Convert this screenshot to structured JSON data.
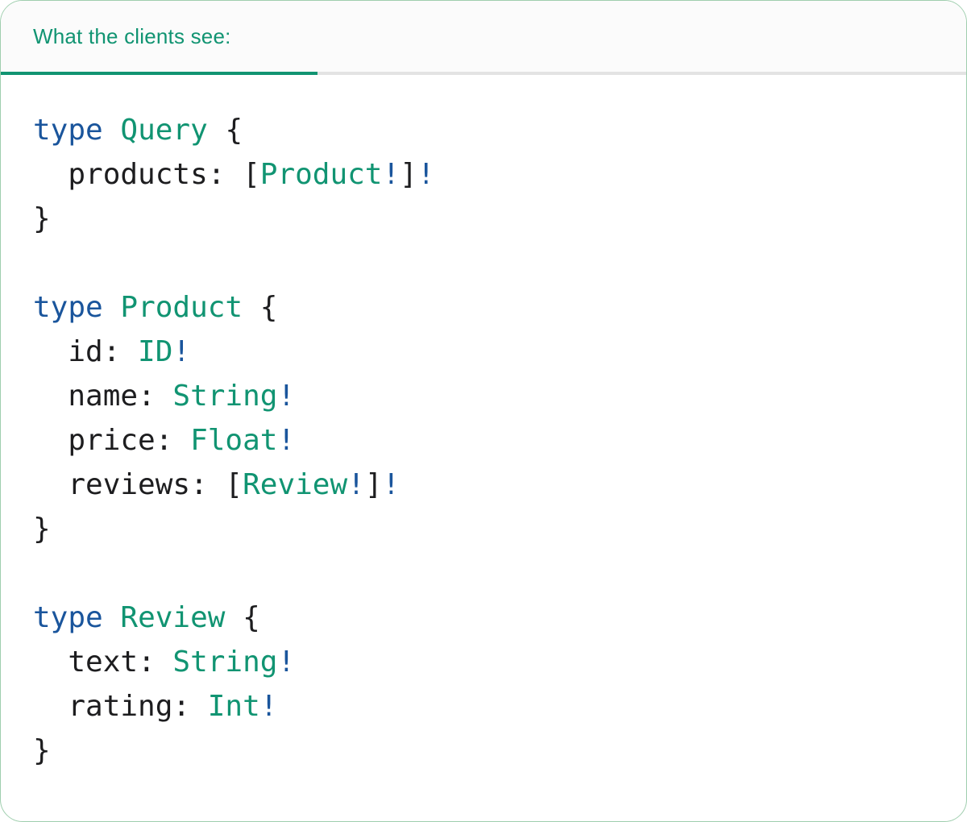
{
  "tab": {
    "label": "What the clients see:"
  },
  "colors": {
    "accent_green": "#119472",
    "keyword_blue": "#1A559C",
    "code_text": "#1d1d1f",
    "card_border": "#9fceae",
    "tab_underline_active": "#119472",
    "tab_underline_inactive": "#e3e3e3",
    "tabbar_background": "#fbfbfb"
  },
  "code": {
    "language": "graphql",
    "lines": [
      [
        [
          "kw",
          "type"
        ],
        [
          "pl",
          " "
        ],
        [
          "ty",
          "Query"
        ],
        [
          "pl",
          " {"
        ]
      ],
      [
        [
          "pl",
          "  products: ["
        ],
        [
          "ty",
          "Product"
        ],
        [
          "bang",
          "!"
        ],
        [
          "pl",
          "]"
        ],
        [
          "bang",
          "!"
        ]
      ],
      [
        [
          "pl",
          "}"
        ]
      ],
      [],
      [
        [
          "kw",
          "type"
        ],
        [
          "pl",
          " "
        ],
        [
          "ty",
          "Product"
        ],
        [
          "pl",
          " {"
        ]
      ],
      [
        [
          "pl",
          "  id: "
        ],
        [
          "ty",
          "ID"
        ],
        [
          "bang",
          "!"
        ]
      ],
      [
        [
          "pl",
          "  name: "
        ],
        [
          "ty",
          "String"
        ],
        [
          "bang",
          "!"
        ]
      ],
      [
        [
          "pl",
          "  price: "
        ],
        [
          "ty",
          "Float"
        ],
        [
          "bang",
          "!"
        ]
      ],
      [
        [
          "pl",
          "  reviews: ["
        ],
        [
          "ty",
          "Review"
        ],
        [
          "bang",
          "!"
        ],
        [
          "pl",
          "]"
        ],
        [
          "bang",
          "!"
        ]
      ],
      [
        [
          "pl",
          "}"
        ]
      ],
      [],
      [
        [
          "kw",
          "type"
        ],
        [
          "pl",
          " "
        ],
        [
          "ty",
          "Review"
        ],
        [
          "pl",
          " {"
        ]
      ],
      [
        [
          "pl",
          "  text: "
        ],
        [
          "ty",
          "String"
        ],
        [
          "bang",
          "!"
        ]
      ],
      [
        [
          "pl",
          "  rating: "
        ],
        [
          "ty",
          "Int"
        ],
        [
          "bang",
          "!"
        ]
      ],
      [
        [
          "pl",
          "}"
        ]
      ]
    ]
  }
}
